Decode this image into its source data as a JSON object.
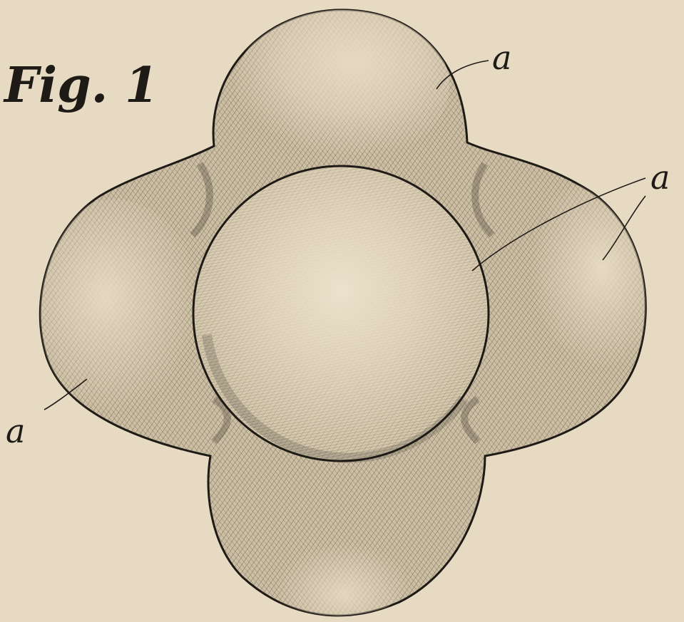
{
  "figure": {
    "title": "Fig. 1"
  },
  "labels": {
    "top": "a",
    "right": "a",
    "left": "a"
  },
  "colors": {
    "paper": "#e6dac2",
    "ink": "#1e1a15"
  }
}
